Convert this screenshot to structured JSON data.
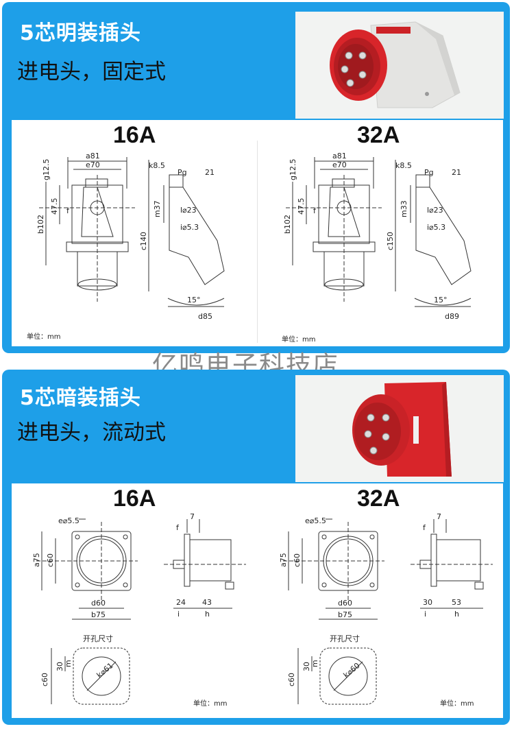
{
  "section1": {
    "title": "5芯明装插头",
    "subtitle": "进电头，固定式",
    "ratings": [
      "16A",
      "32A"
    ],
    "unit_label": "单位：mm",
    "drawings": [
      {
        "a": "a81",
        "e": "e70",
        "g": "g12.5",
        "b": "b102",
        "f_dim": "47.5",
        "f": "f",
        "k": "k8.5",
        "pg": "Pg",
        "pg_val": "21",
        "m": "m37",
        "l": "l⌀23",
        "i": "i⌀5.3",
        "c": "c140",
        "angle": "15°",
        "d": "d85"
      },
      {
        "a": "a81",
        "e": "e70",
        "g": "g12.5",
        "b": "b102",
        "f_dim": "47.5",
        "f": "f",
        "k": "k8.5",
        "pg": "Pg",
        "pg_val": "21",
        "m": "m33",
        "l": "l⌀23",
        "i": "i⌀5.3",
        "c": "c150",
        "angle": "15°",
        "d": "d89"
      }
    ]
  },
  "section2": {
    "title": "5芯暗装插头",
    "subtitle": "进电头，流动式",
    "ratings": [
      "16A",
      "32A"
    ],
    "unit_label": "单位：mm",
    "drawings": [
      {
        "e": "e⌀5.5",
        "a": "a75",
        "c": "c60",
        "d": "d60",
        "b": "b75",
        "f": "f",
        "f_val": "7",
        "i_val": "24",
        "h_val": "43",
        "i": "i",
        "h": "h",
        "cutout": "开孔尺寸",
        "c2": "c60",
        "m_val": "30",
        "m": "m",
        "k": "k⌀61"
      },
      {
        "e": "e⌀5.5",
        "a": "a75",
        "c": "c60",
        "d": "d60",
        "b": "b75",
        "f": "f",
        "f_val": "7",
        "i_val": "30",
        "h_val": "53",
        "i": "i",
        "h": "h",
        "cutout": "开孔尺寸",
        "c2": "c60",
        "m_val": "30",
        "m": "m",
        "k": "k⌀60"
      }
    ]
  },
  "watermark": "亿鸣电子科技店",
  "colors": {
    "panel_blue": "#1e9fe8",
    "socket_red": "#d8252a",
    "housing_grey": "#e6e6e4"
  }
}
